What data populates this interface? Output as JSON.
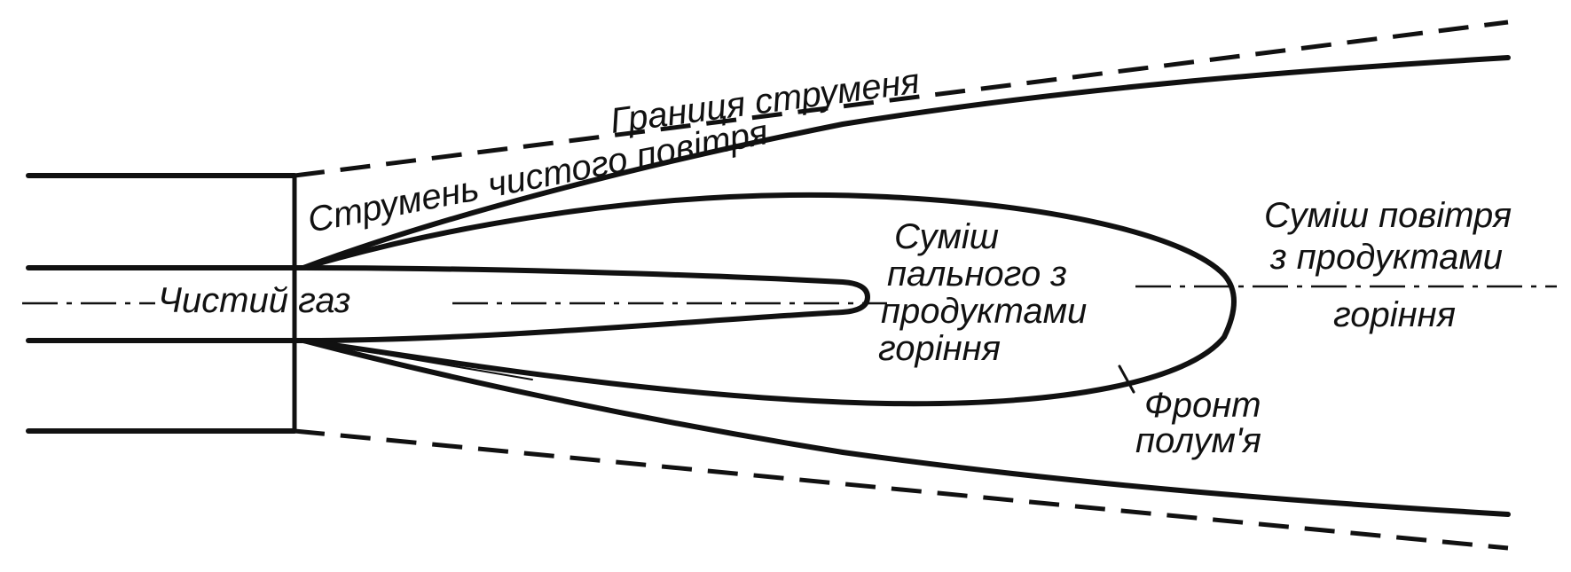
{
  "labels": {
    "jet_boundary": "Границя струменя",
    "clean_air_jet": "Струмень чистого повітря",
    "clean_gas": "Чистий газ",
    "fuel_mix_line1": "Суміш",
    "fuel_mix_line2": "пального з",
    "fuel_mix_line3": "продуктами",
    "fuel_mix_line4": "горіння",
    "air_mix_line1": "Суміш повітря",
    "air_mix_line2": "з продуктами",
    "air_mix_line3": "горіння",
    "flame_front_line1": "Фронт",
    "flame_front_line2": "полум'я"
  }
}
